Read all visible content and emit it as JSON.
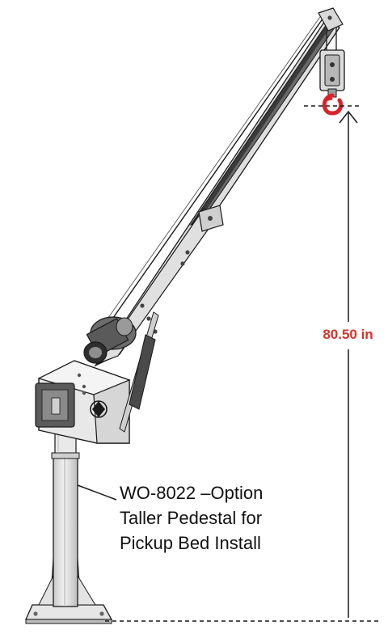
{
  "dimension": {
    "label": "80.50 in",
    "color": "#d9312b"
  },
  "callout": {
    "lines": [
      "WO-8022 –Option",
      "Taller Pedestal for",
      "Pickup Bed Install"
    ]
  },
  "colors": {
    "steel": "#e2e2e2",
    "steel_dark": "#b9b9b9",
    "boom_inner": "#3a3a3a",
    "hook": "#d8232a",
    "outline": "#1a1a1a"
  }
}
